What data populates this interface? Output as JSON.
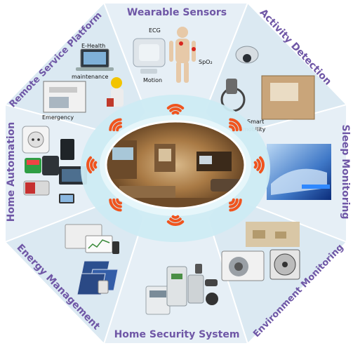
{
  "diagram": {
    "center_image": "living-room-photo",
    "colors": {
      "label": "#6f57a6",
      "segment": "#e3eef6",
      "segment_border": "#ffffff",
      "wave": "#f0541e",
      "ring": "#bfe6f0"
    },
    "segments": [
      {
        "id": "wearable",
        "label": "Wearable Sensors",
        "sublabels": [
          "ECG",
          "SpO₂",
          "Motion"
        ]
      },
      {
        "id": "activity",
        "label": "Activity Detection",
        "sublabels": [
          "Smart",
          "mobility"
        ]
      },
      {
        "id": "sleep",
        "label": "Sleep Monitoring",
        "sublabels": []
      },
      {
        "id": "environment",
        "label": "Environment Monitoring",
        "sublabels": []
      },
      {
        "id": "security",
        "label": "Home Security System",
        "sublabels": []
      },
      {
        "id": "energy",
        "label": "Energy Management",
        "sublabels": []
      },
      {
        "id": "automation",
        "label": "Home Automation",
        "sublabels": []
      },
      {
        "id": "remote",
        "label": "Remote Service Platform",
        "sublabels": [
          "E-Health",
          "maintenance",
          "Emergency"
        ]
      }
    ]
  }
}
